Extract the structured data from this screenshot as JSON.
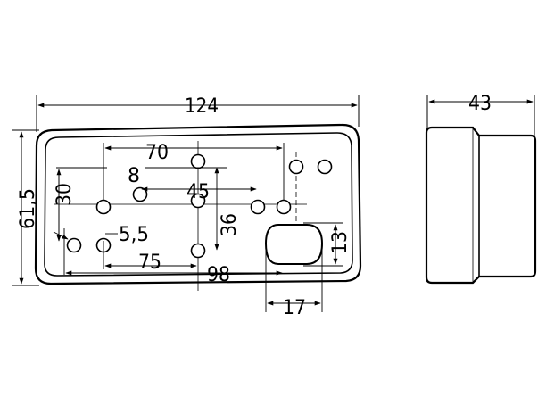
{
  "drawing": {
    "front_view": {
      "dimensions": {
        "overall_width": "124",
        "overall_height": "61,5",
        "upper_spacing": "70",
        "small_offset": "8",
        "middle_spacing": "45",
        "left_vertical": "30",
        "right_vertical": "36",
        "hole_diameter": "5,5",
        "lower_spacing": "75",
        "bottom_spacing": "98",
        "oval_height": "13",
        "oval_width": "17"
      }
    },
    "side_view": {
      "dimensions": {
        "depth": "43"
      }
    }
  }
}
